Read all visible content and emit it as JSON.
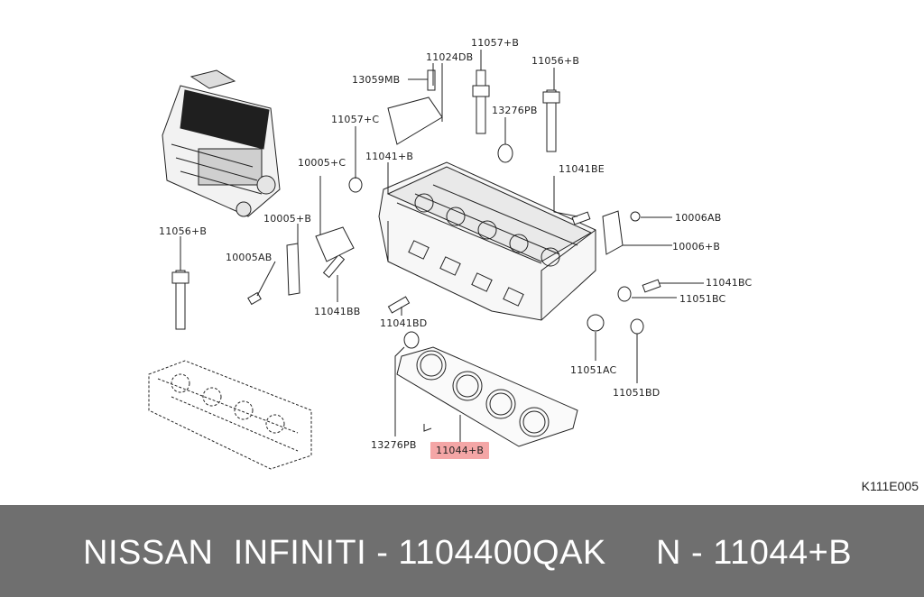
{
  "diagram": {
    "labels": {
      "p11057b": "11057+B",
      "p11024db": "11024DB",
      "p11056b_top": "11056+B",
      "p13059mb": "13059MB",
      "p13276pb_top": "13276PB",
      "p11057c": "11057+C",
      "p10005c": "10005+C",
      "p11041b": "11041+B",
      "p11041be": "11041BE",
      "p10005b": "10005+B",
      "p10006ab": "10006AB",
      "p11056b_left": "11056+B",
      "p10006b": "10006+B",
      "p10005ab": "10005AB",
      "p11041bc": "11041BC",
      "p11051bc": "11051BC",
      "p11041bb": "11041BB",
      "p11041bd": "11041BD",
      "p11051ac": "11051AC",
      "p11051bd": "11051BD",
      "p13276pb_bottom": "13276PB",
      "p11044b": "11044+B"
    },
    "code": "K111E005"
  },
  "footer": {
    "text": "NISSAN  INFINITI - 1104400QAK     N - 11044+B"
  },
  "colors": {
    "footer_bg": "#6f6f6f",
    "highlight": "#f4a6a6",
    "line": "#222222"
  }
}
